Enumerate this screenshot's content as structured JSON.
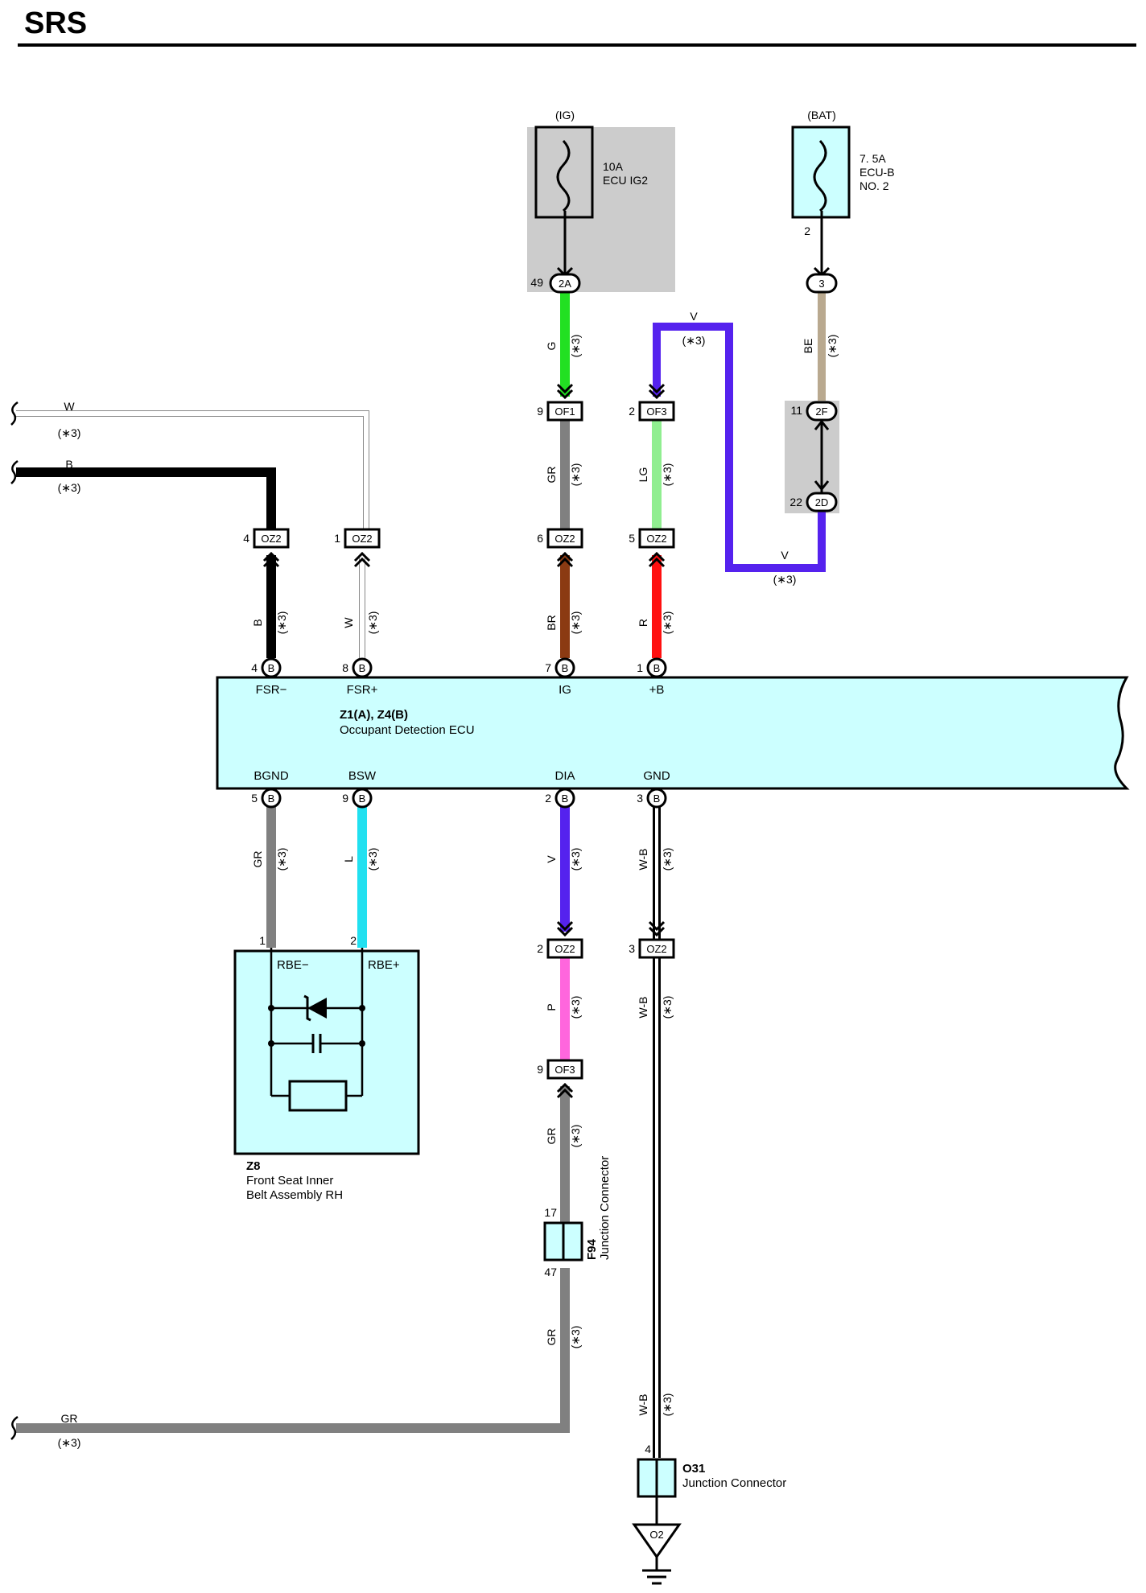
{
  "title": "SRS",
  "shared_note": "(∗3)",
  "power": {
    "ig": {
      "source": "(IG)",
      "fuse_rating": "10A",
      "fuse_name": "ECU IG2"
    },
    "bat": {
      "source": "(BAT)",
      "fuse_rating": "7. 5A",
      "fuse_name": "ECU-B",
      "fuse_sub": "NO. 2",
      "fuse_pin": "2"
    }
  },
  "connectors": {
    "c2a": {
      "code": "2A",
      "pin": "49"
    },
    "c3": {
      "code": "3"
    },
    "c2f": {
      "code": "2F",
      "pin": "11"
    },
    "c2d": {
      "code": "2D",
      "pin": "22"
    },
    "of1": {
      "code": "OF1",
      "pin": "9"
    },
    "of3_top": {
      "code": "OF3",
      "pin": "2"
    },
    "oz2_fsrm": {
      "code": "OZ2",
      "pin": "4"
    },
    "oz2_fsrp": {
      "code": "OZ2",
      "pin": "1"
    },
    "oz2_ig": {
      "code": "OZ2",
      "pin": "6"
    },
    "oz2_b": {
      "code": "OZ2",
      "pin": "5"
    },
    "oz2_dia": {
      "code": "OZ2",
      "pin": "2"
    },
    "oz2_gnd": {
      "code": "OZ2",
      "pin": "3"
    },
    "of3_bottom": {
      "code": "OF3",
      "pin": "9"
    }
  },
  "wires": {
    "ig_g": "G",
    "bat_be": "BE",
    "v_top": "V",
    "v_mid": "V",
    "w_left": "W",
    "b_left": "B",
    "gr_of1": "GR",
    "lg": "LG",
    "b_fsr": "B",
    "w_fsr": "W",
    "br": "BR",
    "r": "R",
    "gr_bgnd": "GR",
    "l_bsw": "L",
    "v_dia": "V",
    "wb_gnd": "W-B",
    "p": "P",
    "wb_mid": "W-B",
    "gr_of3": "GR",
    "gr_f94": "GR",
    "wb_low": "W-B",
    "gr_left": "GR"
  },
  "ecu": {
    "id": "Z1(A), Z4(B)",
    "name": "Occupant Detection ECU",
    "connector": "B",
    "top_pins": [
      {
        "label": "FSR−",
        "num": "4"
      },
      {
        "label": "FSR+",
        "num": "8"
      },
      {
        "label": "IG",
        "num": "7"
      },
      {
        "label": "+B",
        "num": "1"
      }
    ],
    "bottom_pins": [
      {
        "label": "BGND",
        "num": "5"
      },
      {
        "label": "BSW",
        "num": "9"
      },
      {
        "label": "DIA",
        "num": "2"
      },
      {
        "label": "GND",
        "num": "3"
      }
    ]
  },
  "z8": {
    "id": "Z8",
    "name_line1": "Front Seat Inner",
    "name_line2": "Belt Assembly RH",
    "pin1": "1",
    "pin2": "2",
    "label_minus": "RBE−",
    "label_plus": "RBE+"
  },
  "f94": {
    "id": "F94",
    "name": "Junction Connector",
    "pin_top": "17",
    "pin_bottom": "47"
  },
  "o31": {
    "id": "O31",
    "name": "Junction Connector",
    "pin": "4"
  },
  "ground": {
    "code": "O2"
  },
  "colors": {
    "G": "#22e022",
    "BE": "#b9a98f",
    "V": "#5522ee",
    "B": "#000000",
    "W": "#ffffff",
    "GR": "#808080",
    "LG": "#90ee90",
    "BR": "#8b3a12",
    "R": "#ff1010",
    "L": "#22e0f0",
    "P": "#ff66dd",
    "panel": "#cccccc",
    "component": "#ccffff"
  }
}
